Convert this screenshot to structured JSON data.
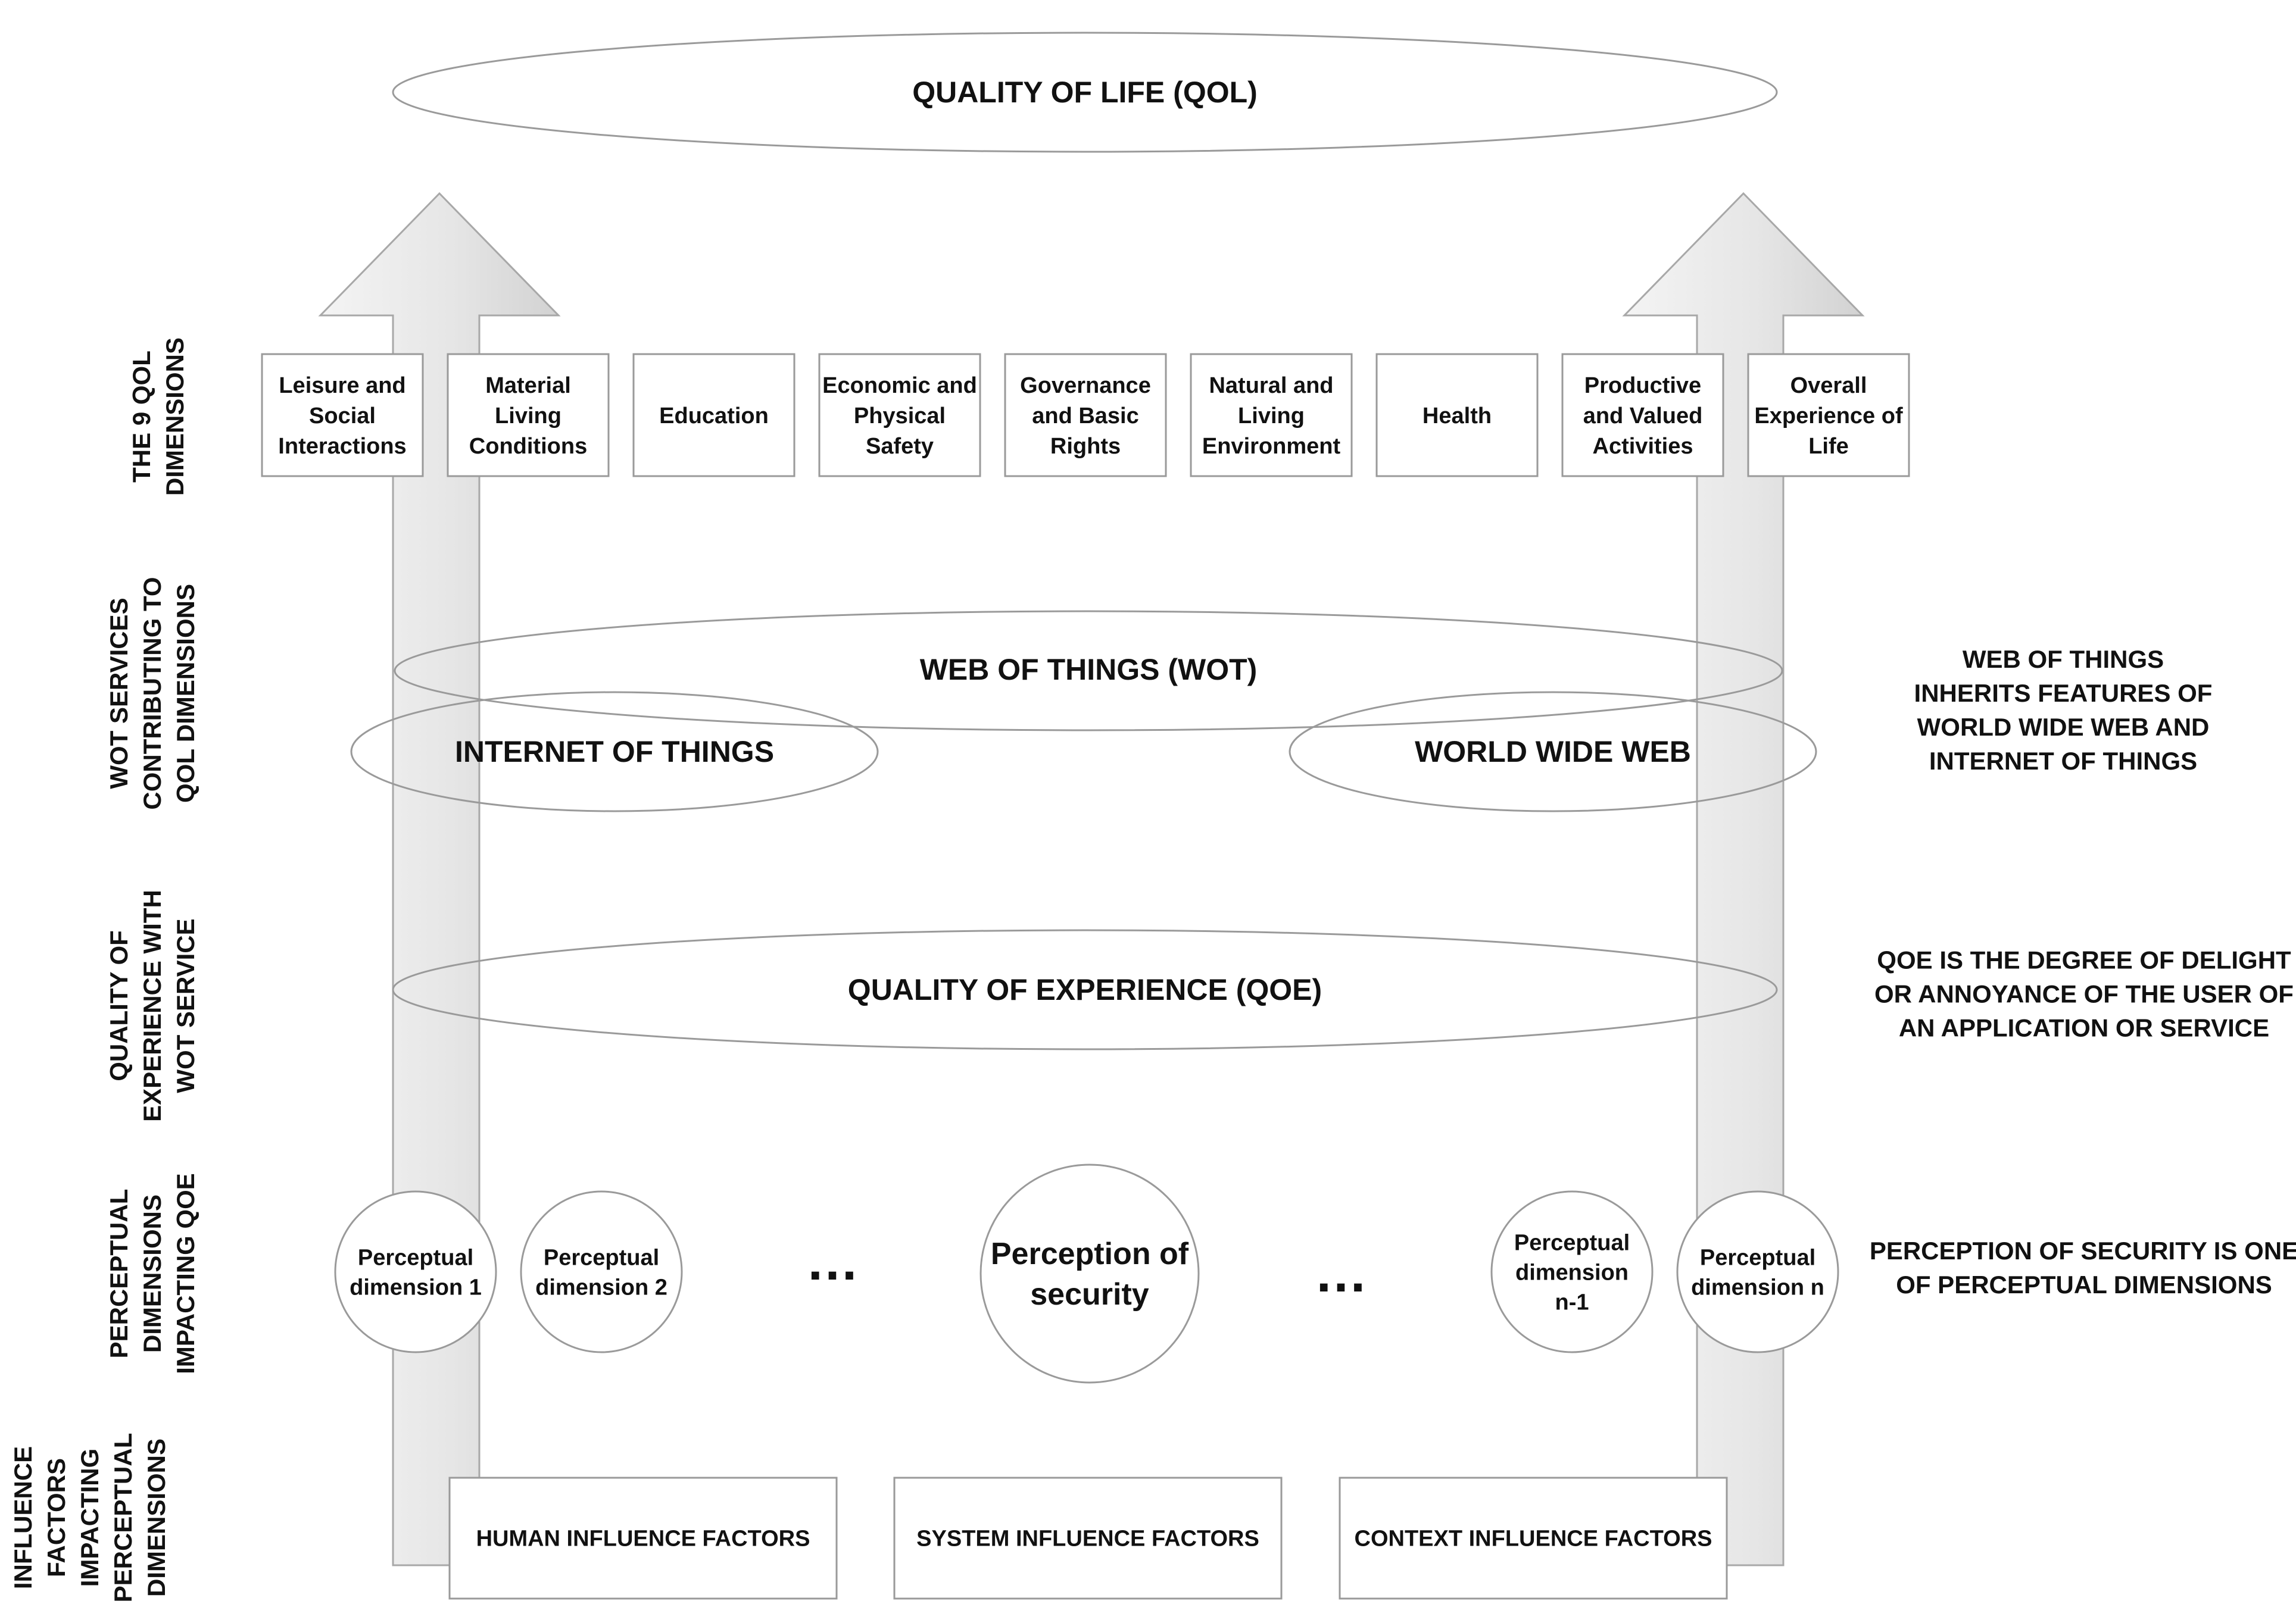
{
  "title": "QUALITY OF LIFE (QOL)",
  "row_labels": [
    {
      "id": "qol-dimensions",
      "lines": [
        "THE 9 QOL",
        "DIMENSIONS"
      ]
    },
    {
      "id": "wot-services",
      "lines": [
        "WOT SERVICES",
        "CONTRIBUTING TO",
        "QOL DIMENSIONS"
      ]
    },
    {
      "id": "qoe-wot",
      "lines": [
        "QUALITY OF",
        "EXPERIENCE WITH",
        "WOT SERVICE"
      ]
    },
    {
      "id": "perceptual-dims",
      "lines": [
        "PERCEPTUAL",
        "DIMENSIONS",
        "IMPACTING QOE"
      ]
    },
    {
      "id": "influence-factors",
      "lines": [
        "INFLUENCE",
        "FACTORS",
        "IMPACTING",
        "PERCEPTUAL",
        "DIMENSIONS"
      ]
    }
  ],
  "qol_dimensions": [
    {
      "lines": [
        "Leisure and",
        "Social",
        "Interactions"
      ]
    },
    {
      "lines": [
        "Material",
        "Living",
        "Conditions"
      ]
    },
    {
      "lines": [
        "Education"
      ]
    },
    {
      "lines": [
        "Economic and",
        "Physical",
        "Safety"
      ]
    },
    {
      "lines": [
        "Governance",
        "and Basic",
        "Rights"
      ]
    },
    {
      "lines": [
        "Natural and",
        "Living",
        "Environment"
      ]
    },
    {
      "lines": [
        "Health"
      ]
    },
    {
      "lines": [
        "Productive",
        "and Valued",
        "Activities"
      ]
    },
    {
      "lines": [
        "Overall",
        "Experience of",
        "Life"
      ]
    }
  ],
  "wot": {
    "web_of_things": "WEB OF THINGS (WOT)",
    "internet_of_things": "INTERNET OF THINGS",
    "world_wide_web": "WORLD WIDE WEB"
  },
  "qoe": "QUALITY OF EXPERIENCE (QOE)",
  "perceptual_dimensions": [
    {
      "lines": [
        "Perceptual",
        "dimension 1"
      ]
    },
    {
      "lines": [
        "Perceptual",
        "dimension 2"
      ]
    },
    {
      "lines": [
        "Perception of",
        "security"
      ]
    },
    {
      "lines": [
        "Perceptual",
        "dimension",
        "n-1"
      ]
    },
    {
      "lines": [
        "Perceptual",
        "dimension n"
      ]
    }
  ],
  "ellipsis": "…",
  "influence_factors": [
    "HUMAN INFLUENCE FACTORS",
    "SYSTEM INFLUENCE FACTORS",
    "CONTEXT INFLUENCE FACTORS"
  ],
  "notes": {
    "wot_note": [
      "WEB OF THINGS",
      "INHERITS FEATURES OF",
      "WORLD WIDE WEB AND",
      "INTERNET OF THINGS"
    ],
    "qoe_note": [
      "QOE IS THE DEGREE OF DELIGHT",
      "OR ANNOYANCE OF THE USER OF",
      "AN APPLICATION OR SERVICE"
    ],
    "perception_note": [
      "PERCEPTION OF SECURITY IS ONE",
      "OF PERCEPTUAL DIMENSIONS"
    ]
  },
  "colors": {
    "outline": "#9a9a9a",
    "arrow_light": "#f2f2f2",
    "arrow_dark": "#d9d9d9",
    "text": "#111111"
  }
}
